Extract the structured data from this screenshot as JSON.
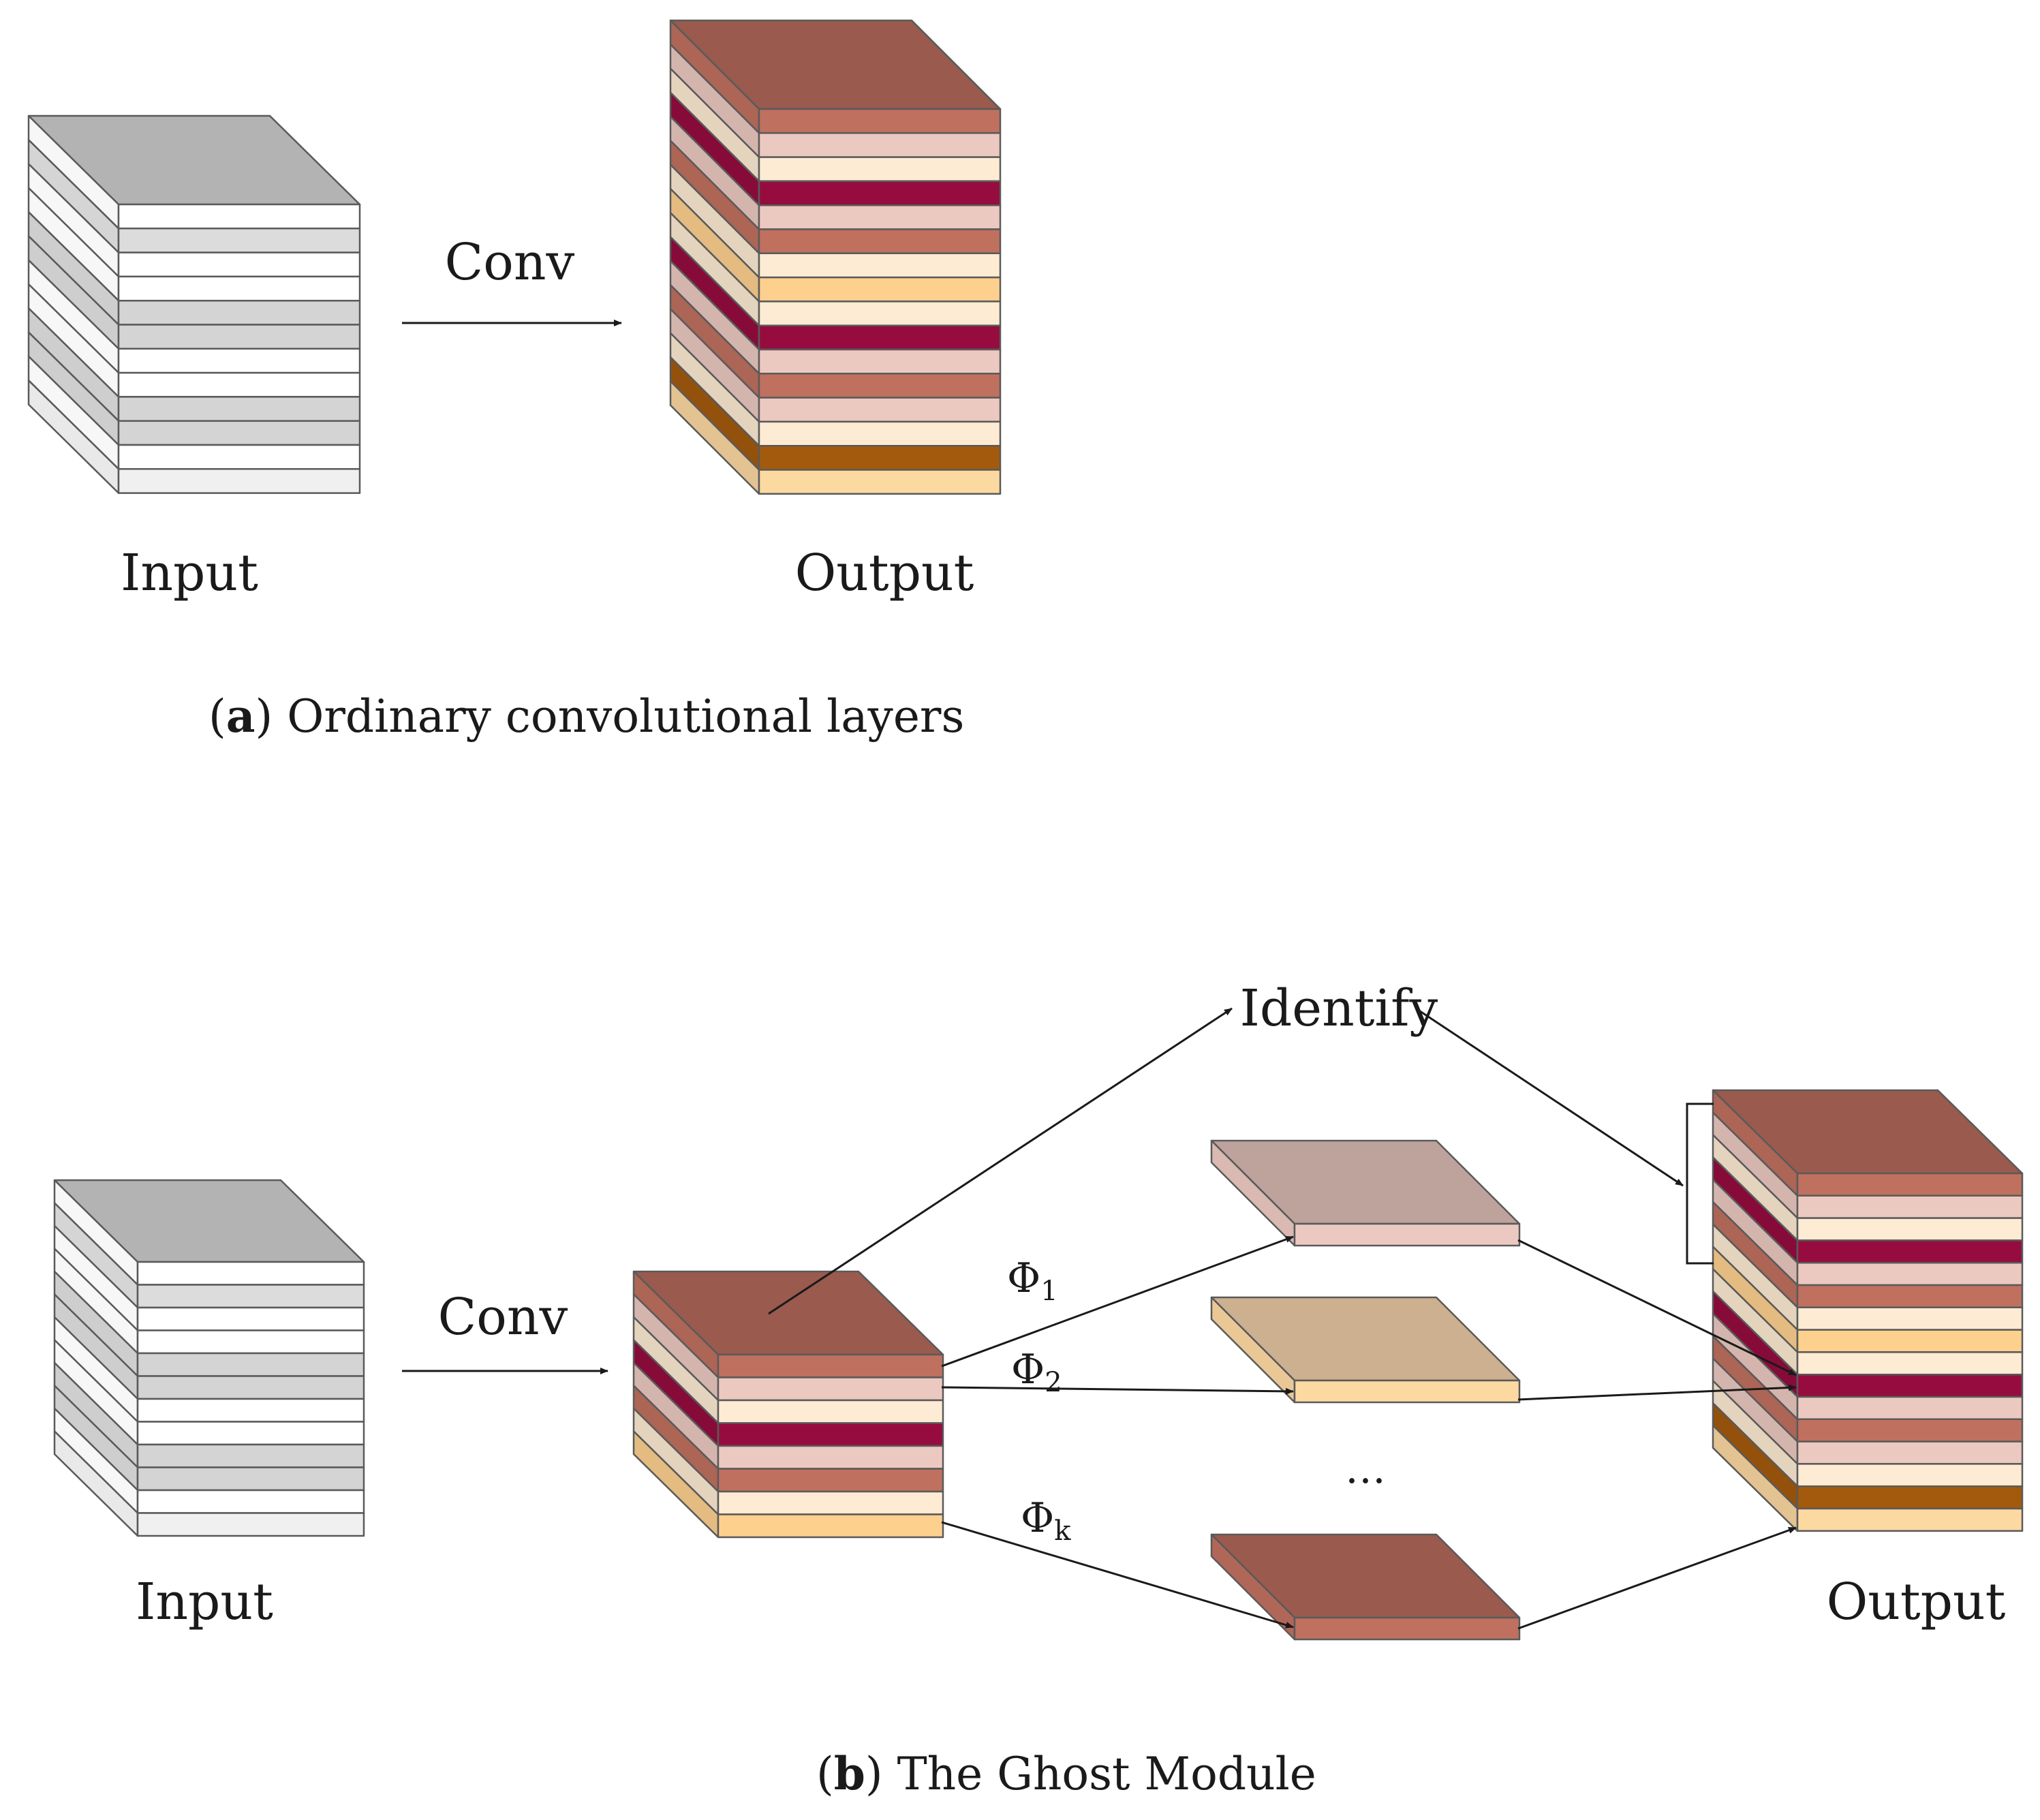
{
  "panel_a": {
    "conv_label": "Conv",
    "input_label": "Input",
    "output_label": "Output",
    "caption_letter": "a",
    "caption_text": "Ordinary convolutional layers"
  },
  "panel_b": {
    "conv_label": "Conv",
    "identify_label": "Identify",
    "phi1_main": "Φ",
    "phi1_sub": "1",
    "phi2_main": "Φ",
    "phi2_sub": "2",
    "phik_main": "Φ",
    "phik_sub": "k",
    "ellipsis": "…",
    "input_label": "Input",
    "output_label": "Output",
    "caption_letter": "b",
    "caption_text": "The Ghost Module"
  },
  "colors": {
    "input_top": "#b3b3b3",
    "input_stripes": [
      "#ffffff",
      "#dcdcdc",
      "#ffffff",
      "#ffffff",
      "#d4d4d4",
      "#d4d4d4",
      "#ffffff",
      "#ffffff",
      "#d4d4d4",
      "#d4d4d4",
      "#ffffff",
      "#f0f0f0"
    ],
    "output_top": "#9a5a4e",
    "output_stripes": [
      "#c0705f",
      "#ecc9c0",
      "#fdebd3",
      "#960c3e",
      "#ecc9c0",
      "#c0705f",
      "#fdebd3",
      "#fdd08e",
      "#fdebd3",
      "#960c3e",
      "#ecc9c0",
      "#c0705f",
      "#ecc9c0",
      "#fdebd3",
      "#a35a0c",
      "#fdd9a2"
    ],
    "intrinsic_stripes": [
      "#c0705f",
      "#ecc9c0",
      "#fdebd3",
      "#960c3e",
      "#ecc9c0",
      "#c0705f",
      "#fdebd3",
      "#fdd08e"
    ],
    "ghost1_top": "#bda39c",
    "ghost1_front": "#ecc9c0",
    "ghost2_top": "#cdb08f",
    "ghost2_front": "#fdd9a2",
    "ghostk_top": "#9a5a4e",
    "ghostk_front": "#c0705f",
    "line": "#1a1a1a"
  }
}
